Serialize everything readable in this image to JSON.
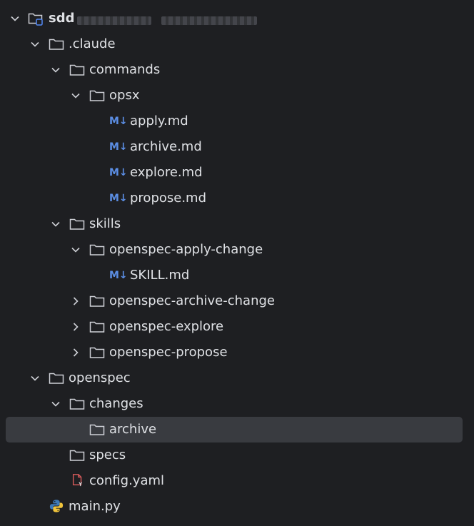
{
  "root": {
    "label": "sdd"
  },
  "nodes": [
    {
      "label": ".claude"
    },
    {
      "label": "commands"
    },
    {
      "label": "opsx"
    },
    {
      "label": "apply.md"
    },
    {
      "label": "archive.md"
    },
    {
      "label": "explore.md"
    },
    {
      "label": "propose.md"
    },
    {
      "label": "skills"
    },
    {
      "label": "openspec-apply-change"
    },
    {
      "label": "SKILL.md"
    },
    {
      "label": "openspec-archive-change"
    },
    {
      "label": "openspec-explore"
    },
    {
      "label": "openspec-propose"
    },
    {
      "label": "openspec"
    },
    {
      "label": "changes"
    },
    {
      "label": "archive"
    },
    {
      "label": "specs"
    },
    {
      "label": "config.yaml"
    },
    {
      "label": "main.py"
    }
  ],
  "md_badge": "M↓",
  "colors": {
    "background": "#1e1f22",
    "selection": "#393b40",
    "text": "#dfe1e5",
    "icon_stroke": "#ced0d6",
    "markdown_accent": "#5c8fe6",
    "yaml_accent": "#db5c5c",
    "python_blue": "#3d7ab8",
    "python_yellow": "#f0c43b"
  },
  "icons": {
    "project": "project-folder-icon",
    "folder": "folder-icon",
    "markdown": "markdown-icon",
    "yaml": "yaml-file-icon",
    "python": "python-file-icon",
    "expanded": "chevron-down-icon",
    "collapsed": "chevron-right-icon"
  }
}
